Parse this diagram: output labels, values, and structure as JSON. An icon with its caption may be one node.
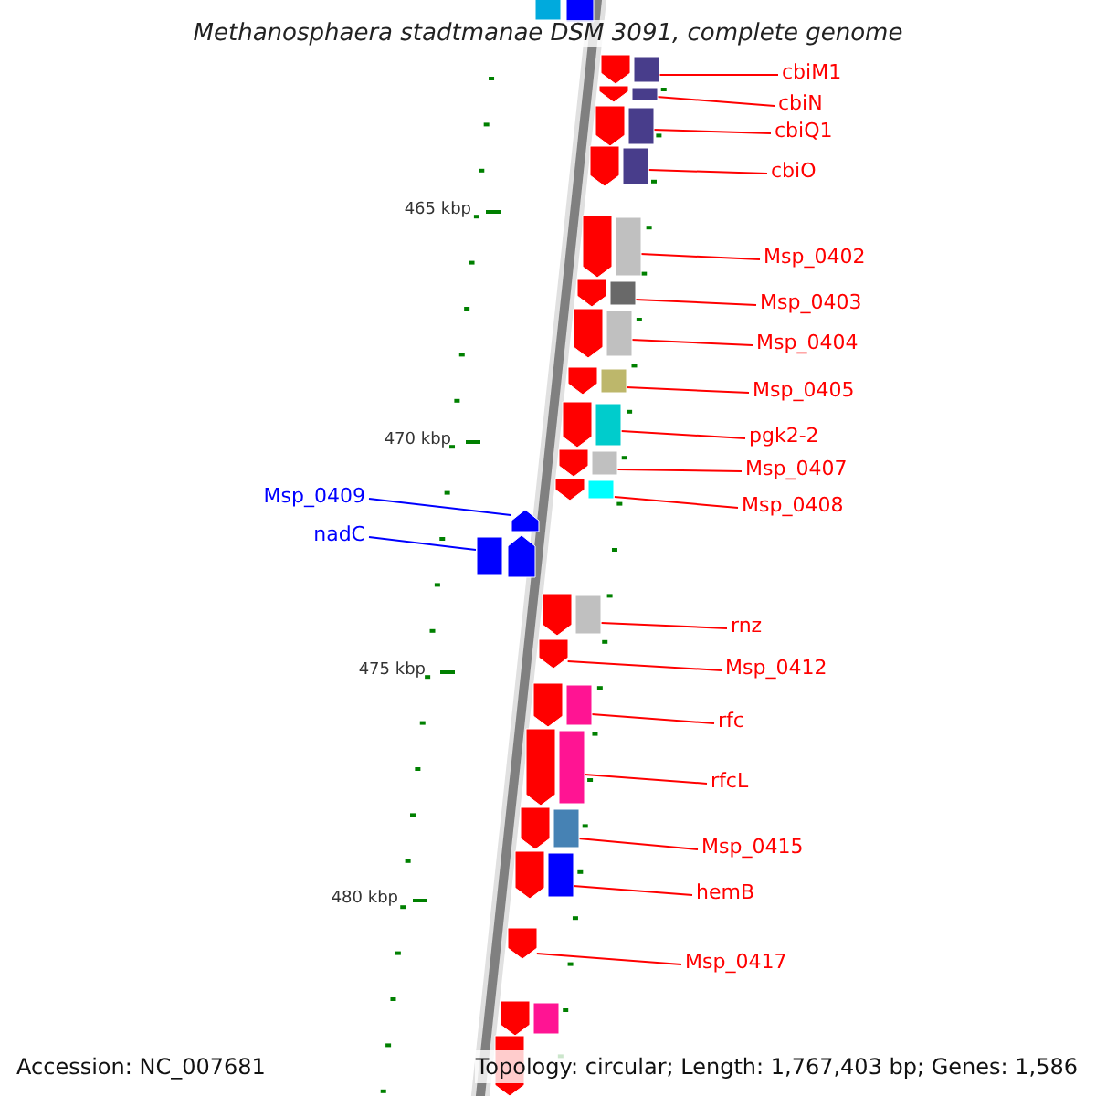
{
  "diagram": {
    "title": "Methanosphaera stadtmanae DSM 3091, complete genome",
    "nodes": [
      {
        "text": [
          "cbiM1"
        ]
      },
      {
        "text": [
          "cbiN"
        ]
      },
      {
        "text": [
          "cbiQ1"
        ]
      },
      {
        "text": [
          "cbiO"
        ]
      },
      {
        "text": [
          "Msp_0402"
        ]
      },
      {
        "text": [
          "Msp_0403"
        ]
      },
      {
        "text": [
          "Msp_0404"
        ]
      },
      {
        "text": [
          "Msp_0405"
        ]
      },
      {
        "text": [
          "pgk2-2"
        ]
      },
      {
        "text": [
          "Msp_0407"
        ]
      },
      {
        "text": [
          "Msp_0408"
        ]
      },
      {
        "text": [
          "Msp_0409"
        ]
      },
      {
        "text": [
          "nadC"
        ]
      },
      {
        "text": [
          "rnz"
        ]
      },
      {
        "text": [
          "Msp_0412"
        ]
      },
      {
        "text": [
          "rfc"
        ]
      },
      {
        "text": [
          "rfcL"
        ]
      },
      {
        "text": [
          "Msp_0415"
        ]
      },
      {
        "text": [
          "hemB"
        ]
      },
      {
        "text": [
          "Msp_0417"
        ]
      },
      {
        "text": [],
        "shape": "pentagon"
      },
      {
        "text": [],
        "shape": "pentagon"
      },
      {
        "text": [],
        "shape": "pentagon"
      },
      {
        "text": [],
        "shape": "pentagon"
      },
      {
        "text": [],
        "shape": "pentagon"
      },
      {
        "text": [],
        "shape": "pentagon"
      },
      {
        "text": [],
        "shape": "pentagon"
      },
      {
        "text": [],
        "shape": "pentagon"
      },
      {
        "text": [],
        "shape": "pentagon"
      },
      {
        "text": [],
        "shape": "pentagon"
      },
      {
        "text": [],
        "shape": "pentagon"
      },
      {
        "text": [],
        "shape": "pentagon"
      },
      {
        "text": [],
        "shape": "pentagon"
      },
      {
        "text": [],
        "shape": "pentagon"
      },
      {
        "text": [],
        "shape": "pentagon"
      },
      {
        "text": [],
        "shape": "pentagon"
      },
      {
        "text": [],
        "shape": "pentagon"
      },
      {
        "text": [],
        "shape": "pentagon"
      },
      {
        "text": [],
        "shape": "pentagon"
      },
      {
        "text": [],
        "shape": "pentagon"
      },
      {
        "text": [],
        "shape": "pentagon"
      },
      {
        "text": [],
        "shape": "pentagon"
      },
      {
        "text": [],
        "shape": "pentagon"
      }
    ],
    "edges": [
      {
        "from": 0,
        "to": 20,
        "arrow": "none"
      },
      {
        "from": 1,
        "to": 21,
        "arrow": "none"
      },
      {
        "from": 2,
        "to": 22,
        "arrow": "none"
      },
      {
        "from": 3,
        "to": 23,
        "arrow": "none"
      },
      {
        "from": 4,
        "to": 24,
        "arrow": "none"
      },
      {
        "from": 5,
        "to": 25,
        "arrow": "none"
      },
      {
        "from": 6,
        "to": 26,
        "arrow": "none"
      },
      {
        "from": 7,
        "to": 27,
        "arrow": "none"
      },
      {
        "from": 8,
        "to": 28,
        "arrow": "none"
      },
      {
        "from": 9,
        "to": 29,
        "arrow": "none"
      },
      {
        "from": 10,
        "to": 30,
        "arrow": "none"
      },
      {
        "from": 11,
        "to": 31,
        "arrow": "none",
        "color": "#0000ff"
      },
      {
        "from": 12,
        "to": 32,
        "arrow": "none",
        "color": "#0000ff"
      },
      {
        "from": 13,
        "to": 33,
        "arrow": "none"
      },
      {
        "from": 14,
        "to": 34,
        "arrow": "none"
      },
      {
        "from": 15,
        "to": 35,
        "arrow": "none"
      },
      {
        "from": 16,
        "to": 36,
        "arrow": "none"
      },
      {
        "from": 17,
        "to": 37,
        "arrow": "none"
      },
      {
        "from": 18,
        "to": 38,
        "arrow": "none"
      },
      {
        "from": 19,
        "to": 39,
        "arrow": "none"
      }
    ],
    "labels": [
      "465 kbp",
      "470 kbp",
      "475 kbp",
      "480 kbp",
      "Accession: NC_007681",
      "Topology: circular; Length: 1,767,403 bp; Genes: 1,586"
    ]
  }
}
